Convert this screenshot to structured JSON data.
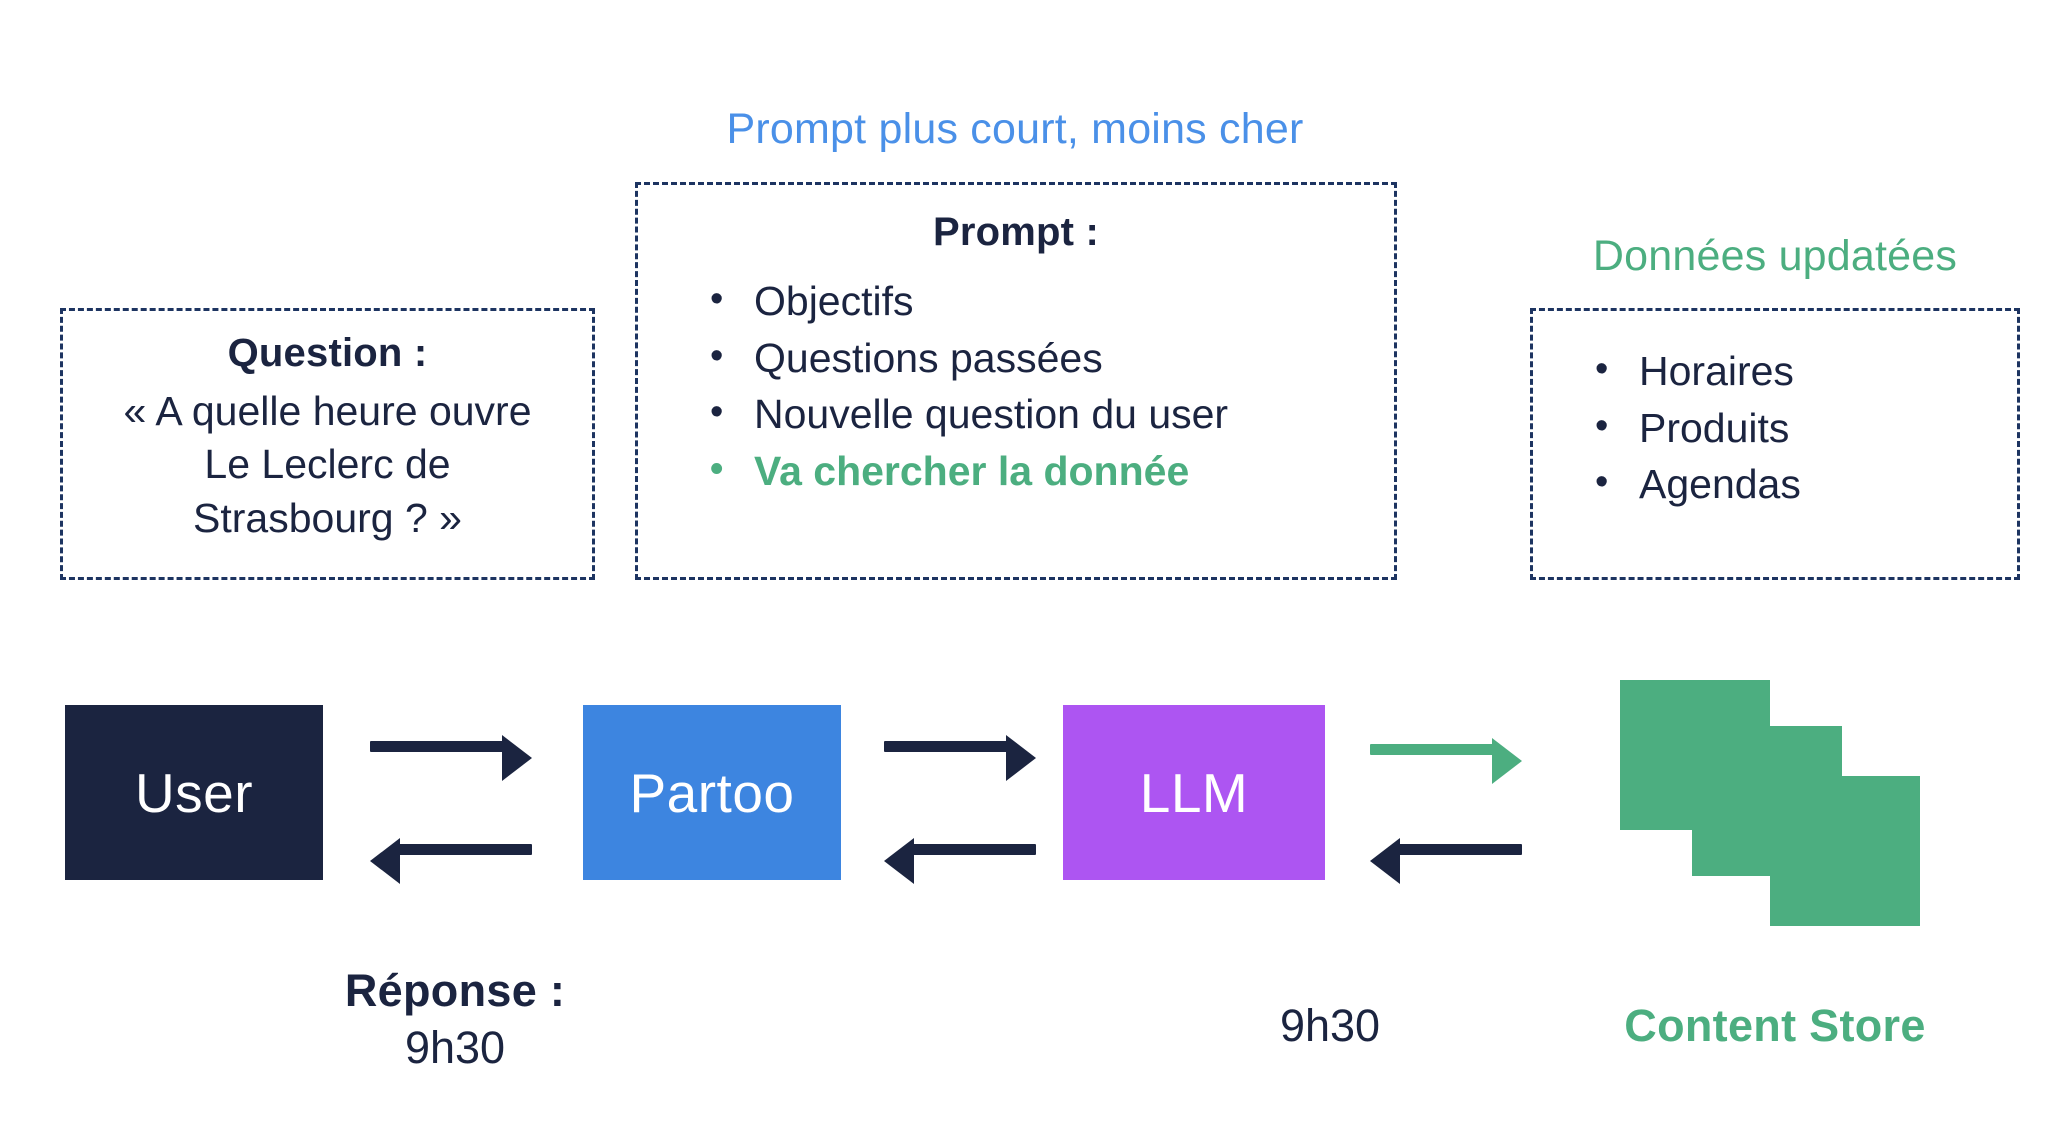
{
  "captions": {
    "prompt_caption": "Prompt plus court, moins cher",
    "donnees_caption": "Données updatées"
  },
  "question_box": {
    "title": "Question :",
    "lines": [
      "« A quelle heure ouvre",
      "Le Leclerc de",
      "Strasbourg ? »"
    ]
  },
  "prompt_box": {
    "title": "Prompt :",
    "bullets": [
      {
        "text": "Objectifs",
        "accent": false
      },
      {
        "text": "Questions passées",
        "accent": false
      },
      {
        "text": "Nouvelle question du user",
        "accent": false
      },
      {
        "text": "Va chercher la donnée",
        "accent": true
      }
    ],
    "bullet_glyph": "•"
  },
  "donnees_box": {
    "bullets": [
      {
        "text": "Horaires"
      },
      {
        "text": "Produits"
      },
      {
        "text": "Agendas"
      }
    ],
    "bullet_glyph": "•"
  },
  "flow": {
    "nodes": [
      {
        "id": "user",
        "label": "User"
      },
      {
        "id": "partoo",
        "label": "Partoo"
      },
      {
        "id": "llm",
        "label": "LLM"
      }
    ],
    "labels": {
      "reponse_title": "Réponse :",
      "reponse_value": "9h30",
      "llm_time": "9h30",
      "content_store": "Content Store"
    }
  },
  "colors": {
    "navy": "#1b2440",
    "blue": "#3d85e0",
    "caption_blue": "#4a90e8",
    "purple": "#ad55f2",
    "green": "#4cae80",
    "dash_border": "#1d3461",
    "background": "#ffffff"
  }
}
